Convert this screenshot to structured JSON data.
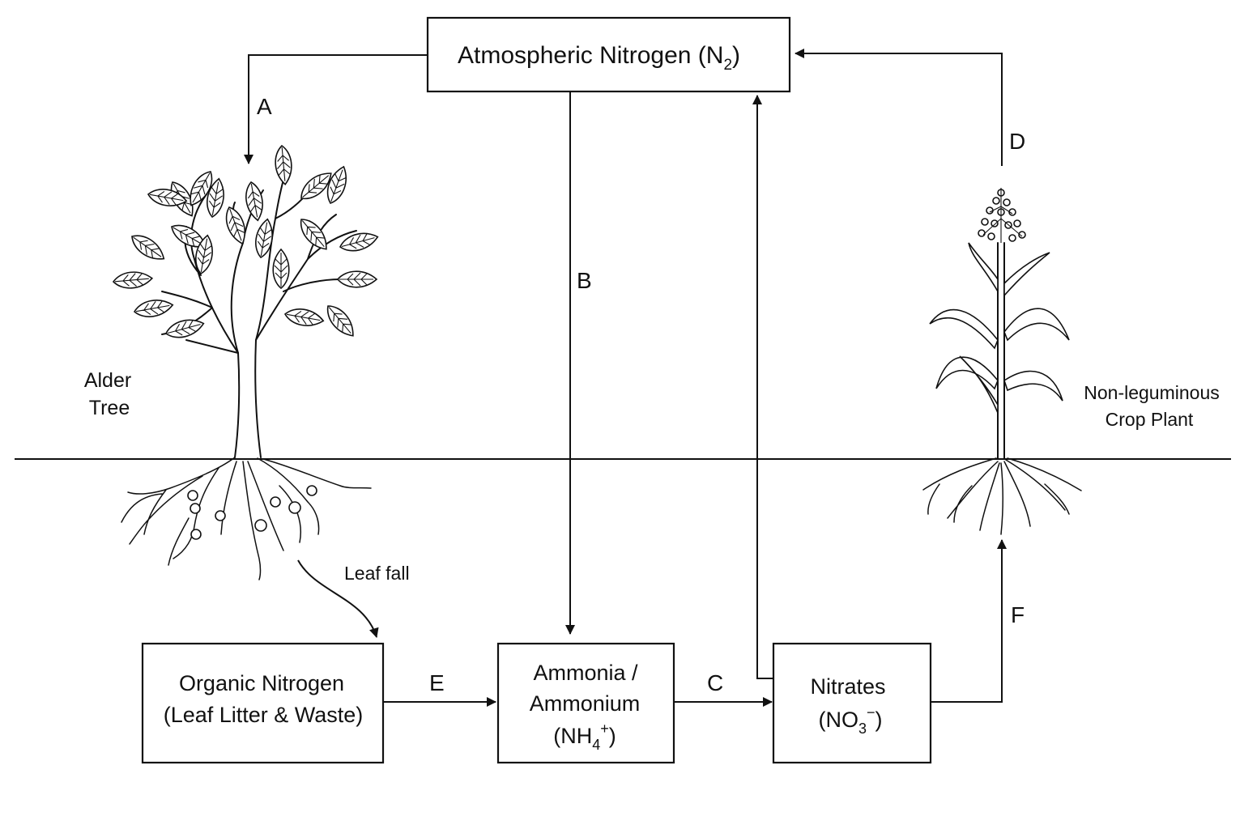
{
  "boxes": {
    "atmospheric": {
      "text": "Atmospheric Nitrogen (N",
      "sub": "2",
      "close": ")"
    },
    "organic": {
      "line1": "Organic Nitrogen",
      "line2": "(Leaf Litter & Waste)"
    },
    "ammonia": {
      "line1": "Ammonia /",
      "line2": "Ammonium",
      "line3a": "(NH",
      "line3sub": "4",
      "line3sup": "+",
      "line3b": ")"
    },
    "nitrates": {
      "line1": "Nitrates",
      "line2a": "(NO",
      "line2sub": "3",
      "line2sup": "−",
      "line2b": ")"
    }
  },
  "arrow_labels": {
    "a": "A",
    "b": "B",
    "c": "C",
    "d": "D",
    "e": "E",
    "f": "F"
  },
  "labels": {
    "alder_line1": "Alder",
    "alder_line2": "Tree",
    "crop_line1": "Non-leguminous",
    "crop_line2": "Crop Plant",
    "leaf_fall": "Leaf fall"
  }
}
